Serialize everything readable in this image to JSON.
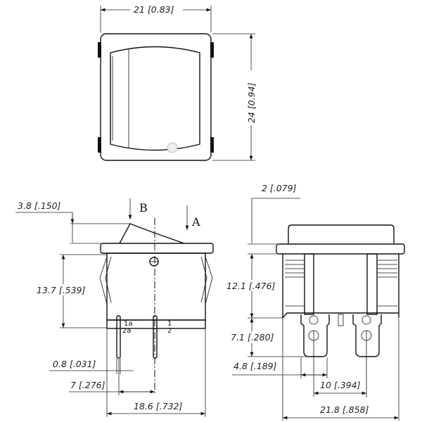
{
  "top_view": {
    "width_dim": "21  [0.83]",
    "height_dim": "24  [0.94]"
  },
  "side_view": {
    "arrow_b": "B",
    "arrow_a": "A",
    "dims": {
      "rocker_height": "3.8  [.150]",
      "body_height": "13.7  [.539]",
      "pin_width": "0.8  [.031]",
      "pin_pitch": "7  [.276]",
      "body_width": "18.6  [.732]"
    },
    "terminal_labels": {
      "left_top": "1a",
      "left_bottom": "2a",
      "right_top": "1",
      "right_bottom": "2"
    }
  },
  "front_view": {
    "dims": {
      "flange": "2  [.079]",
      "body_height": "12.1  [.476]",
      "terminal_length": "7.1  [.280]",
      "terminal_width": "4.8  [.189]",
      "terminal_pitch": "10  [.394]",
      "overall_width": "21.8  [.858]"
    }
  }
}
